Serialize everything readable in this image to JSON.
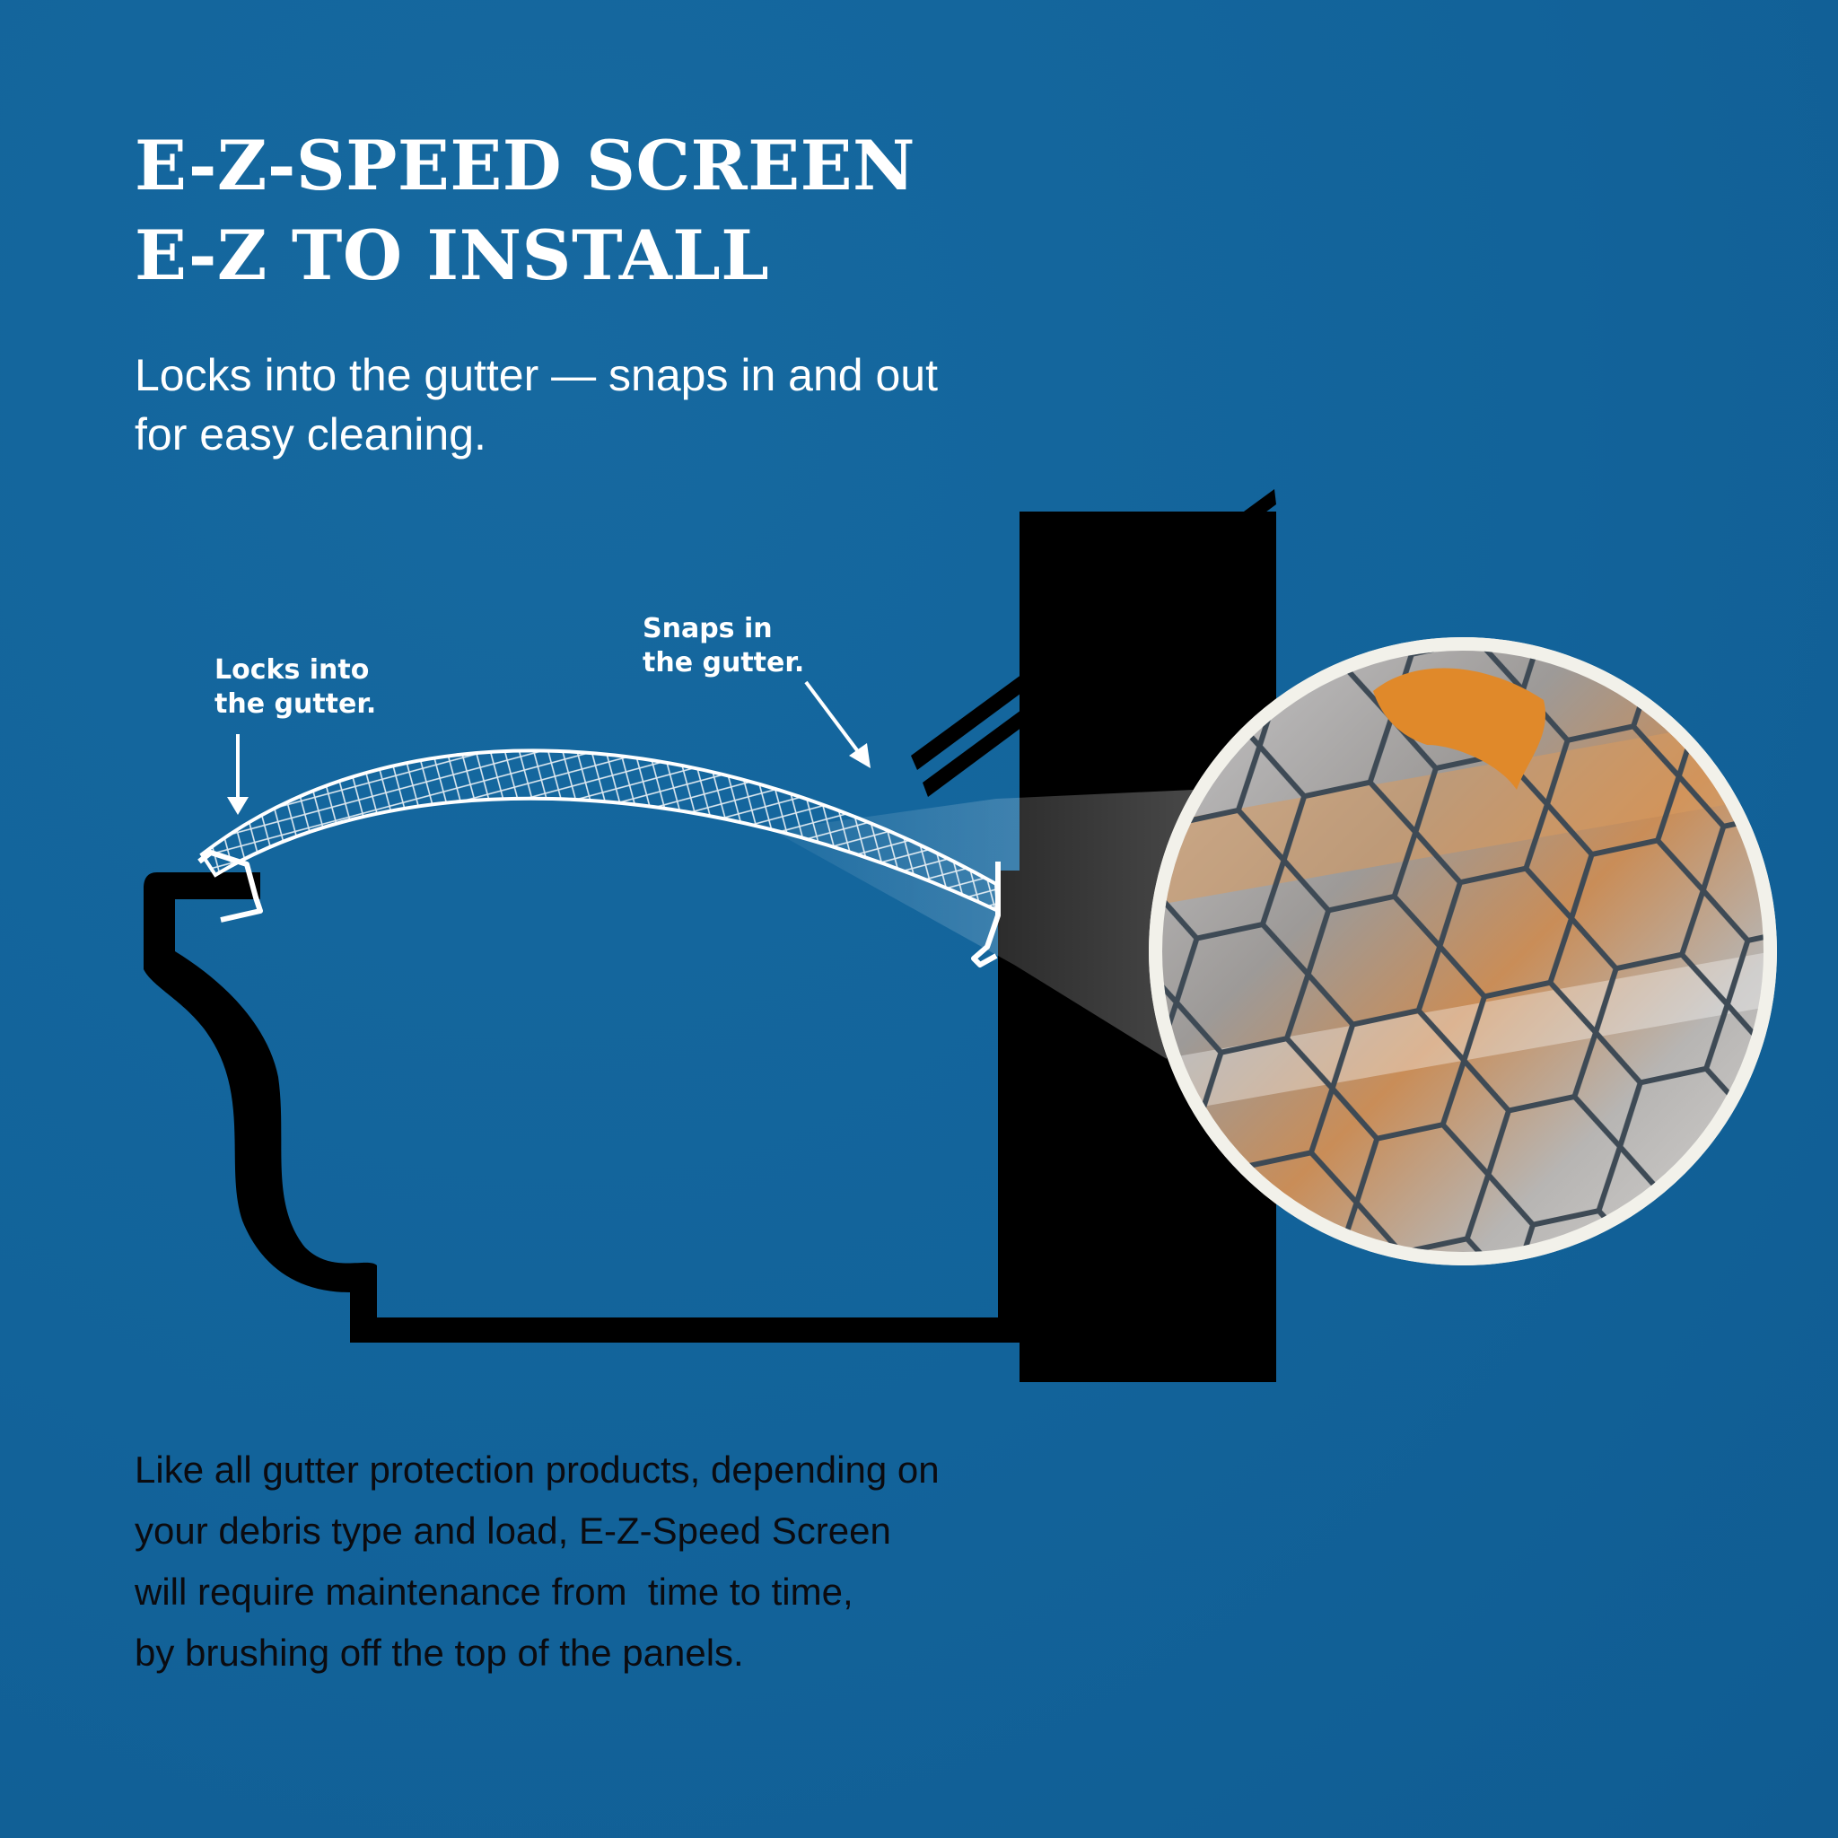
{
  "headline": {
    "line1": "E-Z-SPEED SCREEN",
    "line2": "E-Z TO INSTALL"
  },
  "subhead": {
    "line1": "Locks into the gutter — snaps in and out",
    "line2": "for easy cleaning."
  },
  "callouts": {
    "left": {
      "line1": "Locks into",
      "line2": "the gutter."
    },
    "right": {
      "line1": "Snaps in",
      "line2": "the gutter."
    }
  },
  "footnote": {
    "line1": "Like all gutter protection products, depending on",
    "line2": "your debris type and load, E-Z-Speed Screen",
    "line3": "will require maintenance from  time to time,",
    "line4": "by brushing off the top of the panels."
  },
  "colors": {
    "background": "#12639a",
    "ink": "#000000",
    "screen": "#ffffff",
    "leaf": "#e0892a"
  },
  "icons": {
    "arrow_left": "arrow-down-icon",
    "arrow_right": "arrow-diagonal-icon",
    "leaf": "leaf-icon"
  }
}
